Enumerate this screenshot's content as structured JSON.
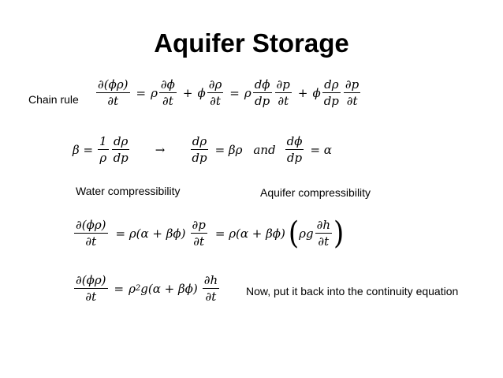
{
  "title": "Aquifer Storage",
  "labels": {
    "chain_rule": "Chain rule",
    "water_compressibility": "Water compressibility",
    "aquifer_compressibility": "Aquifer compressibility",
    "note": "Now, put it back into the continuity equation"
  },
  "eq1": {
    "lhs_num": "∂(ϕρ)",
    "lhs_den": "∂t",
    "eq": "=",
    "rho1": "ρ",
    "t1_num": "∂ϕ",
    "t1_den": "∂t",
    "plus1": "+",
    "phi1": "ϕ",
    "t2_num": "∂ρ",
    "t2_den": "∂t",
    "eq2": "=",
    "rho2": "ρ",
    "t3a_num": "dϕ",
    "t3a_den": "dp",
    "t3b_num": "∂p",
    "t3b_den": "∂t",
    "plus2": "+",
    "phi2": "ϕ",
    "t4a_num": "dρ",
    "t4a_den": "dp",
    "t4b_num": "∂p",
    "t4b_den": "∂t"
  },
  "eq2": {
    "beta": "β =",
    "f1_num": "1",
    "f1_den": "ρ",
    "f2_num": "dρ",
    "f2_den": "dp",
    "arrow": "→",
    "f3_num": "dρ",
    "f3_den": "dp",
    "mid": "= βρ",
    "and": "and",
    "f4_num": "dϕ",
    "f4_den": "dp",
    "end": "= α"
  },
  "eq3": {
    "lhs_num": "∂(ϕρ)",
    "lhs_den": "∂t",
    "mid1": "= ρ(α + βϕ)",
    "f2_num": "∂p",
    "f2_den": "∂t",
    "mid2": "= ρ(α + βϕ)",
    "lparen": "(",
    "rhog": "ρg",
    "f3_num": "∂h",
    "f3_den": "∂t",
    "rparen": ")"
  },
  "eq4": {
    "lhs_num": "∂(ϕρ)",
    "lhs_den": "∂t",
    "eq": "=",
    "rho": "ρ",
    "sq": "2",
    "rest": "g(α + βϕ)",
    "f2_num": "∂h",
    "f2_den": "∂t"
  }
}
